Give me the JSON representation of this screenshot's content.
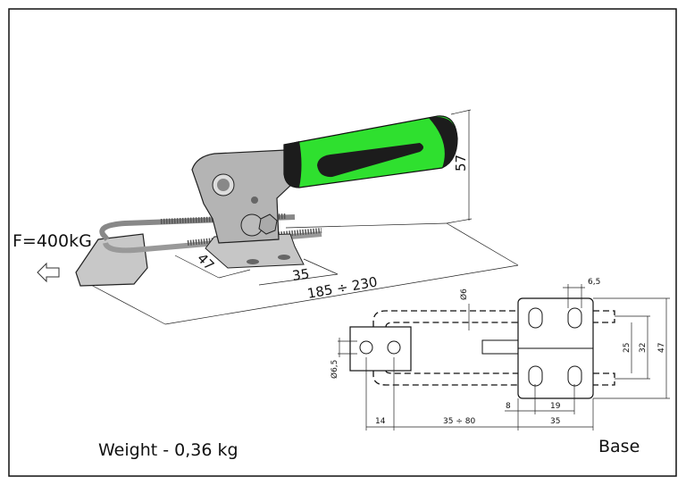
{
  "force_label": "F=400kG",
  "weight_label": "Weight - 0,36 kg",
  "base_label": "Base",
  "iso_dims": {
    "height": "57",
    "length": "185 ÷ 230",
    "base_width": "47",
    "base_depth": "35"
  },
  "plan_dims": {
    "slot_width": "6,5",
    "rod_dia": "Ø6",
    "hole_dia": "Ø6,5",
    "d25": "25",
    "d32": "32",
    "d47": "47",
    "d8": "8",
    "d19": "19",
    "d14": "14",
    "range": "35 ÷ 80",
    "d35": "35"
  },
  "colors": {
    "handle_green": "#2fe02f",
    "grip_black": "#1c1c1c",
    "metal": "#b8b8b8"
  }
}
